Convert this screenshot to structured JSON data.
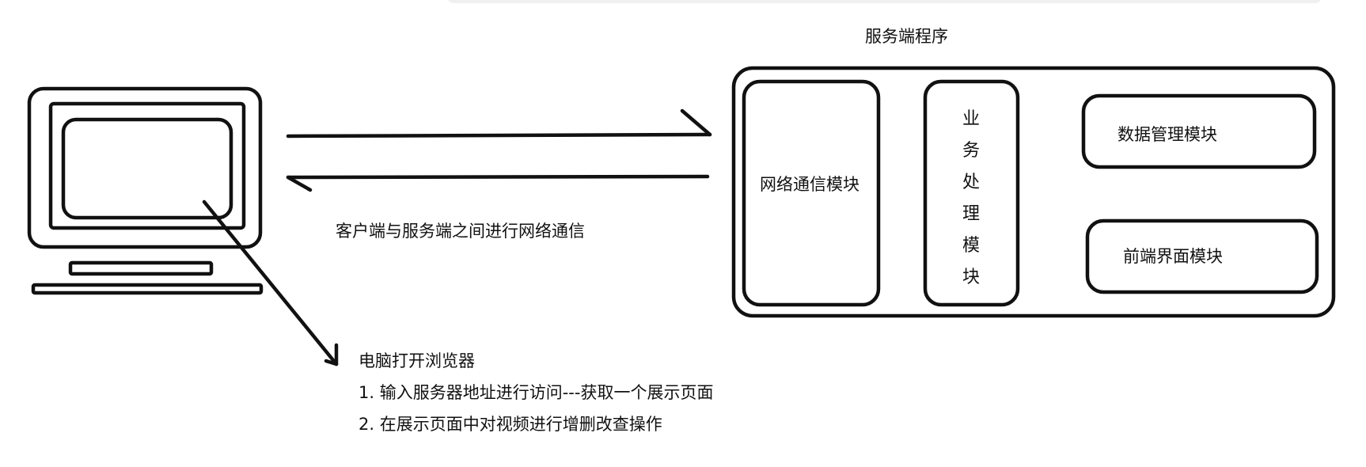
{
  "server": {
    "title": "服务端程序",
    "network_module": "网络通信模块",
    "business_module_chars": [
      "业",
      "务",
      "处",
      "理",
      "模",
      "块"
    ],
    "data_module": "数据管理模块",
    "frontend_module": "前端界面模块"
  },
  "communication_label": "客户端与服务端之间进行网络通信",
  "browser": {
    "heading": "电脑打开浏览器",
    "step1": "1. 输入服务器地址进行访问---获取一个展示页面",
    "step2": "2. 在展示页面中对视频进行增删改查操作"
  }
}
